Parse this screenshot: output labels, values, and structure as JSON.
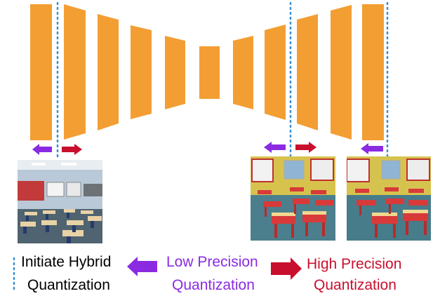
{
  "colors": {
    "block": "#f39e33",
    "low_precision": "#8a2be2",
    "high_precision": "#c8102e",
    "divider": "#3a8fd6",
    "text": "#000000"
  },
  "legend": {
    "hybrid_line1": "Initiate Hybrid",
    "hybrid_line2": "Quantization",
    "low_line1": "Low Precision",
    "low_line2": "Quantization",
    "high_line1": "High Precision",
    "high_line2": "Quantization"
  },
  "images": [
    {
      "name": "classroom-input-photo",
      "depicts": "empty classroom with desks and chairs, blue walls"
    },
    {
      "name": "classroom-generated-photo-1",
      "depicts": "classroom with red desks and chairs, yellow walls"
    },
    {
      "name": "classroom-generated-photo-2",
      "depicts": "classroom with red desks and chairs, yellow walls"
    }
  ]
}
